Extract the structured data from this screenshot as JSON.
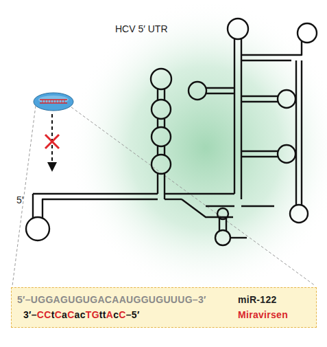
{
  "diagram": {
    "nodes": [
      {
        "text": [
          "5′–UGGAGUGUGACAAUGGUGUUUG–3′",
          "miR-122",
          "3′–CCtCaCacTGttAcC–5′",
          "Miravirsen"
        ]
      }
    ],
    "labels": [
      "HCV 5′ UTR",
      "5′"
    ]
  }
}
